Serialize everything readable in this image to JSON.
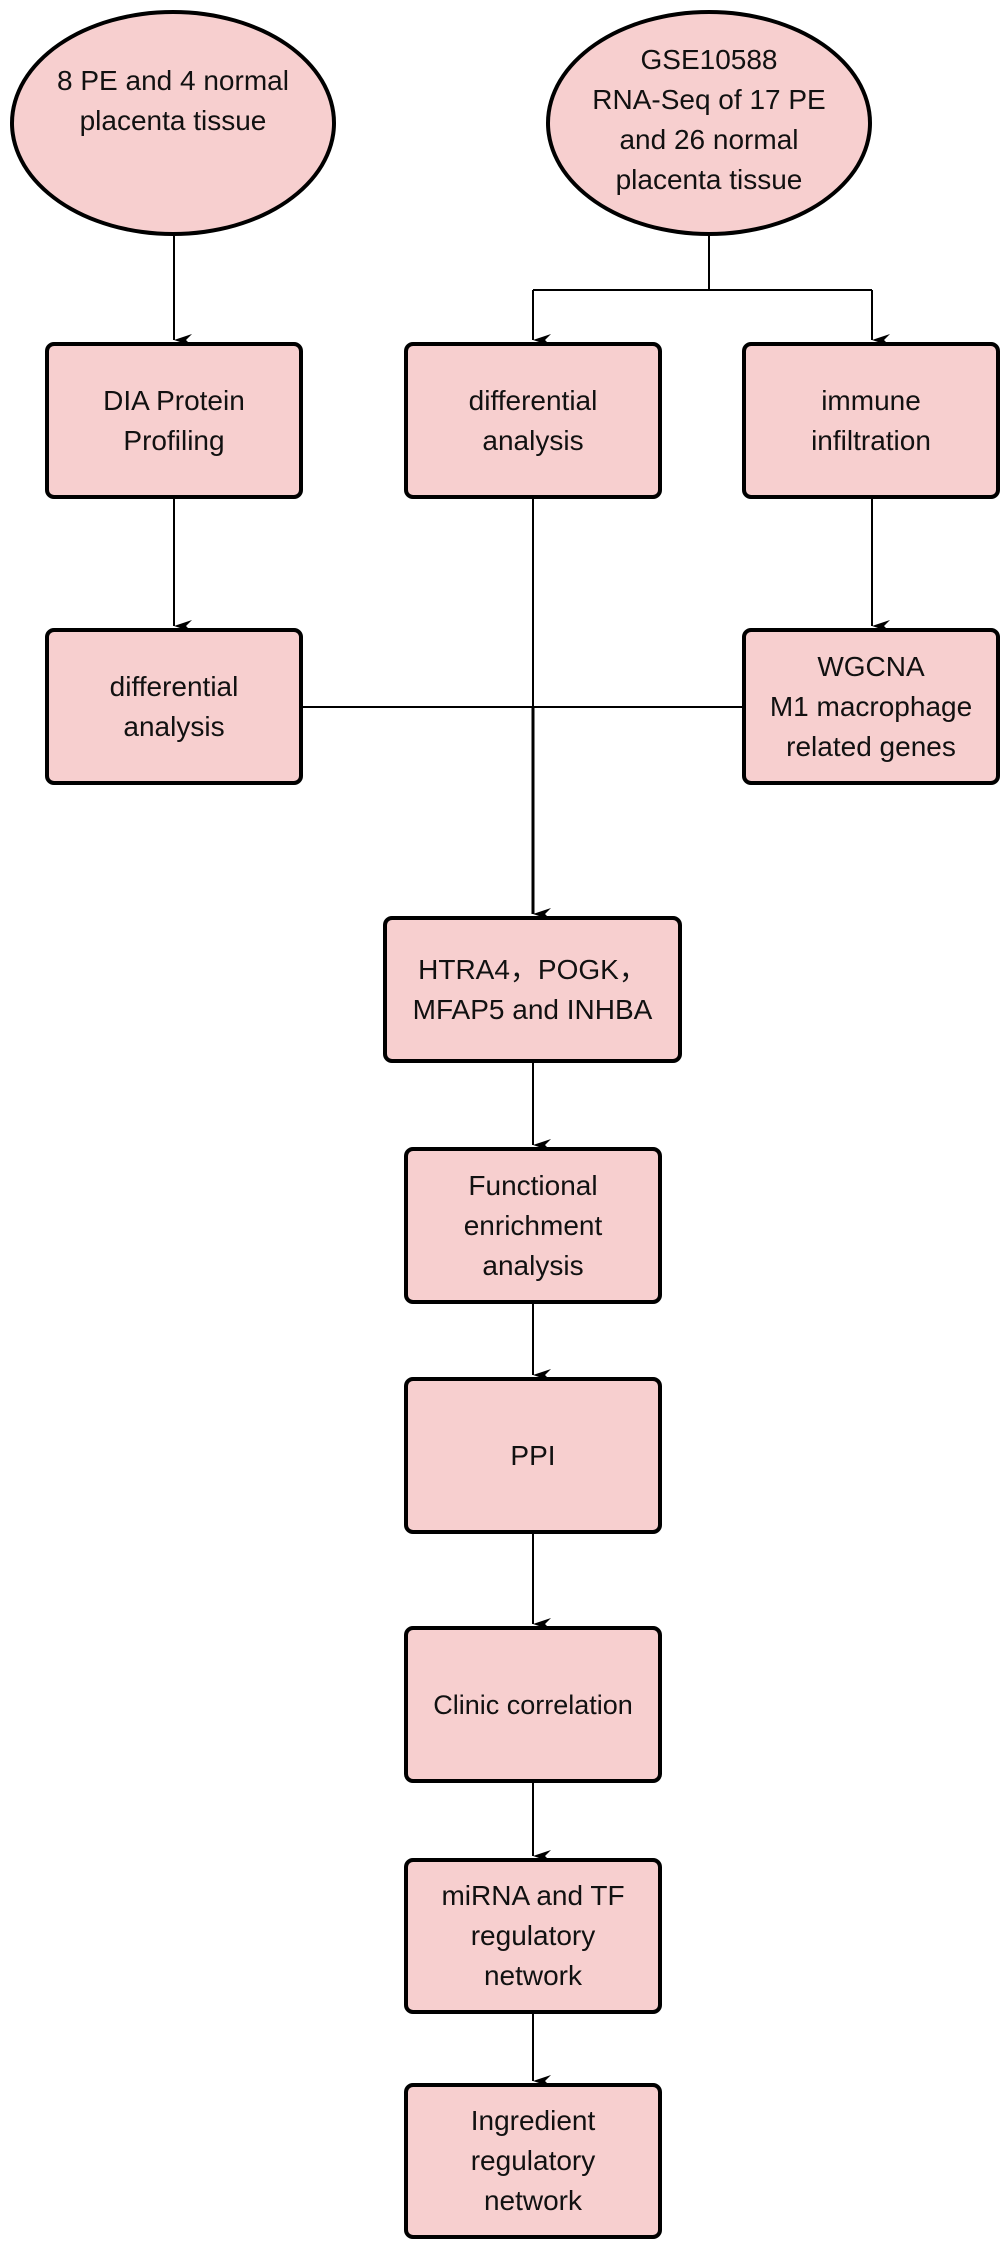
{
  "diagram": {
    "type": "flowchart",
    "fill_color": "#f7cfcf",
    "stroke_color": "#000000",
    "nodes": [
      {
        "id": "source-pe-tissue",
        "shape": "ellipse",
        "text": "8 PE and 4 normal\nplacenta tissue"
      },
      {
        "id": "source-gse10588",
        "shape": "ellipse",
        "text": "GSE10588\nRNA-Seq of 17 PE\nand 26 normal\nplacenta tissue"
      },
      {
        "id": "dia-protein-profiling",
        "shape": "rounded-rect",
        "text": "DIA Protein\nProfiling"
      },
      {
        "id": "differential-analysis-rna",
        "shape": "rounded-rect",
        "text": "differential\nanalysis"
      },
      {
        "id": "immune-infiltration",
        "shape": "rounded-rect",
        "text": "immune\ninfiltration"
      },
      {
        "id": "differential-analysis-protein",
        "shape": "rounded-rect",
        "text": "differential\nanalysis"
      },
      {
        "id": "wgcna-m1",
        "shape": "rounded-rect",
        "text": "WGCNA\nM1 macrophage\nrelated genes"
      },
      {
        "id": "hub-genes",
        "shape": "rounded-rect",
        "text": "HTRA4，POGK，\nMFAP5 and INHBA"
      },
      {
        "id": "functional-enrichment",
        "shape": "rounded-rect",
        "text": "Functional\nenrichment\nanalysis"
      },
      {
        "id": "ppi",
        "shape": "rounded-rect",
        "text": "PPI"
      },
      {
        "id": "clinic-correlation",
        "shape": "rounded-rect",
        "text": "Clinic correlation"
      },
      {
        "id": "mirna-tf-network",
        "shape": "rounded-rect",
        "text": "miRNA and TF\nregulatory\nnetwork"
      },
      {
        "id": "ingredient-network",
        "shape": "rounded-rect",
        "text": "Ingredient\nregulatory\nnetwork"
      }
    ],
    "edges": [
      {
        "from": "source-pe-tissue",
        "to": "dia-protein-profiling",
        "arrow": true
      },
      {
        "from": "source-gse10588",
        "to": "differential-analysis-rna",
        "arrow": true
      },
      {
        "from": "source-gse10588",
        "to": "immune-infiltration",
        "arrow": true
      },
      {
        "from": "dia-protein-profiling",
        "to": "differential-analysis-protein",
        "arrow": true
      },
      {
        "from": "immune-infiltration",
        "to": "wgcna-m1",
        "arrow": true
      },
      {
        "from": "differential-analysis-protein",
        "to": "hub-genes",
        "arrow": true,
        "via": "junction"
      },
      {
        "from": "differential-analysis-rna",
        "to": "hub-genes",
        "arrow": true
      },
      {
        "from": "wgcna-m1",
        "to": "hub-genes",
        "arrow": true,
        "via": "junction"
      },
      {
        "from": "hub-genes",
        "to": "functional-enrichment",
        "arrow": true
      },
      {
        "from": "functional-enrichment",
        "to": "ppi",
        "arrow": true
      },
      {
        "from": "ppi",
        "to": "clinic-correlation",
        "arrow": true
      },
      {
        "from": "clinic-correlation",
        "to": "mirna-tf-network",
        "arrow": true
      },
      {
        "from": "mirna-tf-network",
        "to": "ingredient-network",
        "arrow": true
      }
    ]
  }
}
